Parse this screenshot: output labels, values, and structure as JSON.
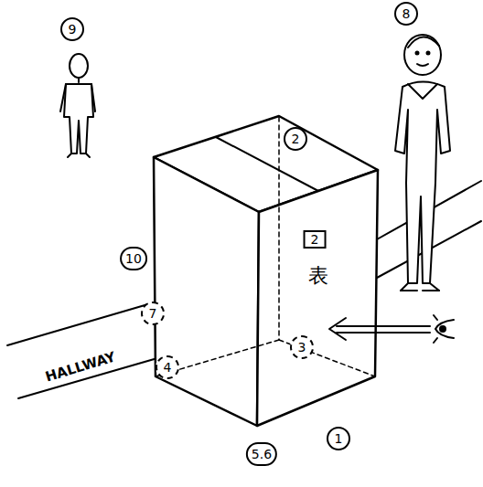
{
  "diagram": {
    "nodes": [
      {
        "text": [
          "2"
        ]
      }
    ],
    "labels": [
      "9",
      "8",
      "2",
      "10",
      "7",
      "3",
      "4",
      "5.6",
      "1",
      "表",
      "HALLWAY"
    ]
  }
}
